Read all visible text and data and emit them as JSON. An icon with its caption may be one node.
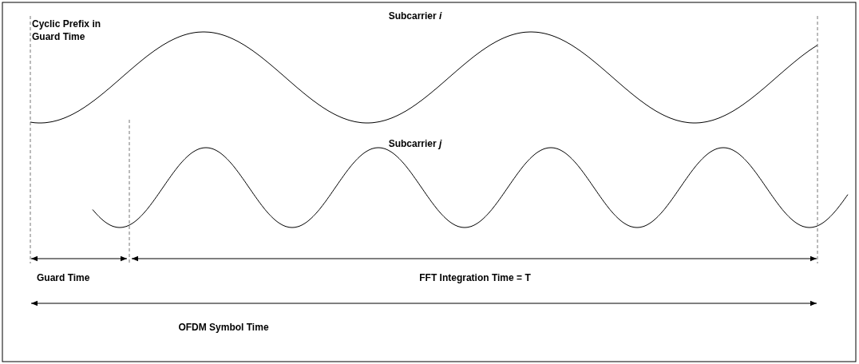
{
  "diagram": {
    "labels": [
      "Subcarrier *i*",
      "Cyclic Prefix in Guard Time",
      "Subcarrier *j*",
      "Guard Time",
      "FFT Integration Time = T",
      "OFDM Symbol Time"
    ]
  }
}
